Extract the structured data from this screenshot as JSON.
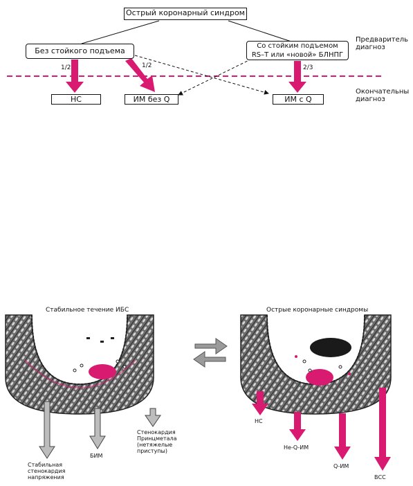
{
  "top_diagram": {
    "root": "Острый коронарный синдром",
    "left_node": "Без стойкого подъема",
    "right_node_line1": "Со стойким подъемом",
    "right_node_line2": "RS–T или «новой» БЛНПГ",
    "side_label_top_line1": "Предваритель",
    "side_label_top_line2": "диагноз",
    "side_label_bottom_line1": "Окончательны",
    "side_label_bottom_line2": "диагноз",
    "outcome_1": "НС",
    "outcome_2": "ИМ без Q",
    "outcome_3": "ИМ с Q",
    "fraction_1": "1/2",
    "fraction_2": "1/2",
    "fraction_3": "2/3",
    "colors": {
      "accent": "#d81b70",
      "dash_line": "#d81b70",
      "stroke": "#111111"
    }
  },
  "bottom_diagram": {
    "left_title": "Стабильное течение ИБС",
    "right_title": "Острые коронарные синдромы",
    "left_outcomes": [
      "Стабильная стенокардия напряжения",
      "БИМ",
      "Стенокардия Принцметала (нетяжелые приступы)"
    ],
    "left_outcome_lines": {
      "a": [
        "Стабильная",
        "стенокардия",
        "напряжения"
      ],
      "b": [
        "БИМ"
      ],
      "c": [
        "Стенокардия",
        "Принцметала",
        "(нетяжелые",
        "приступы)"
      ]
    },
    "right_outcomes": [
      "НС",
      "Не-Q-ИМ",
      "Q-ИМ",
      "ВСС"
    ],
    "colors": {
      "grey_arrow": "#9a9a9a",
      "pink_arrow": "#d81b70",
      "wall": "#5a5a5a"
    }
  }
}
